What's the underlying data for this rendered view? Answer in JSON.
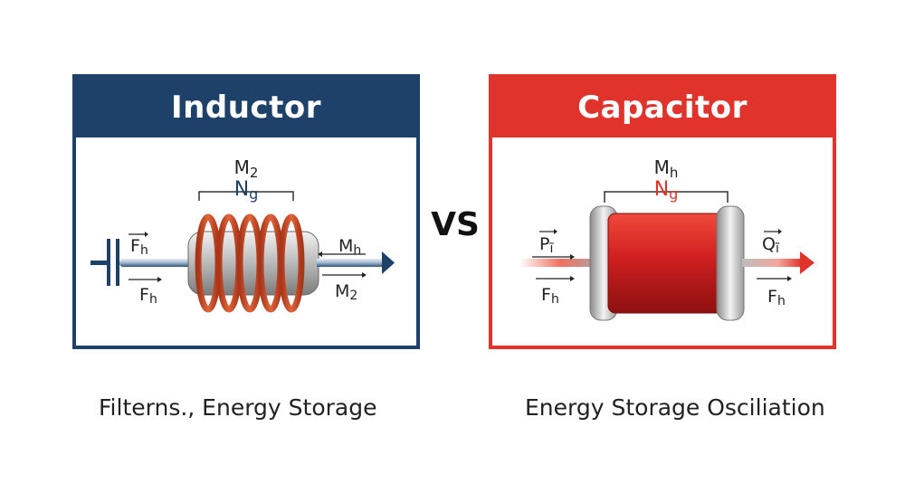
{
  "vs_label": "VS",
  "inductor": {
    "title": "Inductor",
    "color": "#1d4168",
    "coil_color": "#c8461f",
    "top_label": "M",
    "top_label_sub": "2",
    "core_label": "N",
    "core_label_sub": "g",
    "left_top_label": "F",
    "left_top_sub": "h",
    "left_bottom_label": "F",
    "left_bottom_sub": "h",
    "right_top_label": "M",
    "right_top_sub": "h",
    "right_bottom_label": "M",
    "right_bottom_sub": "2",
    "caption": "Filterns., Energy Storage"
  },
  "capacitor": {
    "title": "Capacitor",
    "color": "#e0332b",
    "body_color": "#c81e1e",
    "top_label": "M",
    "top_label_sub": "h",
    "core_label": "N",
    "core_label_sub": "g",
    "left_top_label": "P",
    "left_top_sub": "ĩ",
    "left_bottom_label": "F",
    "left_bottom_sub": "h",
    "right_top_label": "Q",
    "right_top_sub": "ĩ",
    "right_bottom_label": "F",
    "right_bottom_sub": "h",
    "caption": "Energy Storage Osciliation"
  }
}
